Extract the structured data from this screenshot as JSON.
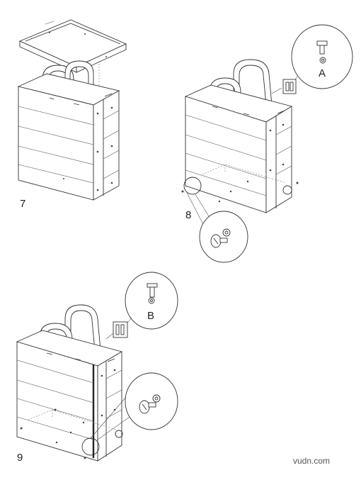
{
  "steps": [
    {
      "number": "7"
    },
    {
      "number": "8",
      "detail_label": "A"
    },
    {
      "number": "9",
      "detail_label": "B"
    }
  ],
  "watermark": "vudn.com",
  "icons": [
    "bag-assembly-step-7",
    "bag-assembly-step-8",
    "bag-assembly-step-9",
    "screw-detail",
    "bolt-detail",
    "bracket-icon"
  ],
  "colors": {
    "line": "#333333",
    "background": "#ffffff"
  }
}
